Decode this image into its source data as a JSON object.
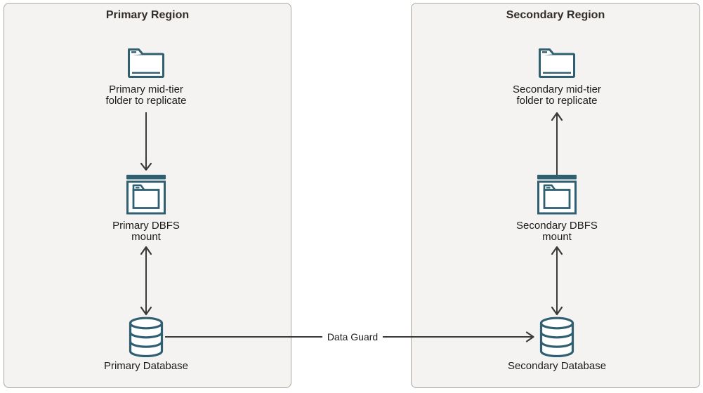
{
  "regions": [
    {
      "title": "Primary Region",
      "nodes": [
        {
          "icon": "folder-icon",
          "label": [
            "Primary mid-tier",
            "folder to replicate"
          ]
        },
        {
          "icon": "dbfs-window-icon",
          "label": [
            "Primary DBFS",
            "mount"
          ]
        },
        {
          "icon": "database-icon",
          "label": [
            "Primary Database"
          ]
        }
      ],
      "arrows": [
        {
          "from": "folder",
          "to": "dbfs-mount",
          "direction": "down"
        },
        {
          "from": "dbfs-mount",
          "to": "database",
          "direction": "bidirectional"
        }
      ]
    },
    {
      "title": "Secondary Region",
      "nodes": [
        {
          "icon": "folder-icon",
          "label": [
            "Secondary mid-tier",
            "folder to replicate"
          ]
        },
        {
          "icon": "dbfs-window-icon",
          "label": [
            "Secondary DBFS",
            "mount"
          ]
        },
        {
          "icon": "database-icon",
          "label": [
            "Secondary Database"
          ]
        }
      ],
      "arrows": [
        {
          "from": "dbfs-mount",
          "to": "folder",
          "direction": "up"
        },
        {
          "from": "dbfs-mount",
          "to": "database",
          "direction": "bidirectional"
        }
      ]
    }
  ],
  "connector": {
    "label": "Data Guard",
    "from": "Primary Database",
    "to": "Secondary Database",
    "direction": "right"
  },
  "colors": {
    "icon_stroke": "#2f5f70",
    "arrow": "#3a3a3a",
    "region_fill": "#f5f3f1",
    "region_border": "#aba7a2",
    "title_text": "#312d2a",
    "label_text": "#1d1c1a",
    "canvas_bg": "#ffffff"
  }
}
